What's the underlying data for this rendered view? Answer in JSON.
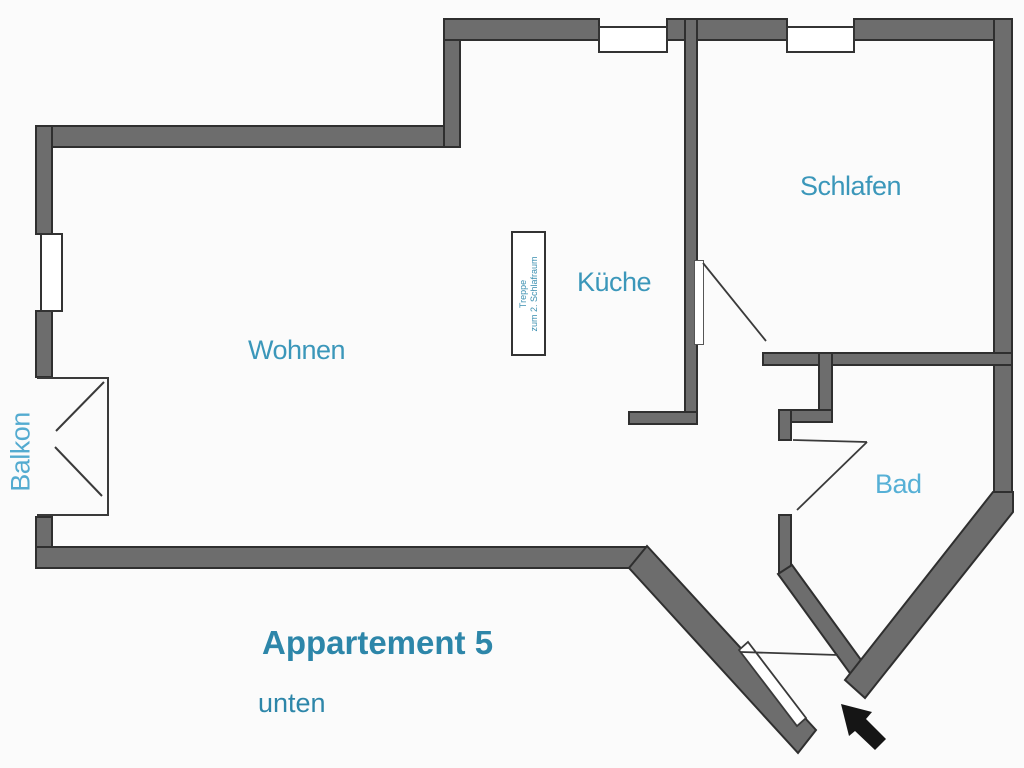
{
  "plan": {
    "title": "Appartement 5",
    "subtitle": "unten",
    "rooms": {
      "wohnen": "Wohnen",
      "kueche": "Küche",
      "schlafen": "Schlafen",
      "bad": "Bad",
      "balkon": "Balkon"
    },
    "stair_note": {
      "line1": "Treppe",
      "line2": "zum 2. Schlafraum"
    },
    "colors": {
      "wall_fill": "#6d6d6d",
      "wall_outline": "#2f2f2f",
      "room_label_teal": "#3b97ba",
      "room_label_teal_light": "#56b0d6",
      "title_teal": "#2d86a9",
      "entrance_arrow": "#151515",
      "background": "#fbfbfb"
    }
  }
}
